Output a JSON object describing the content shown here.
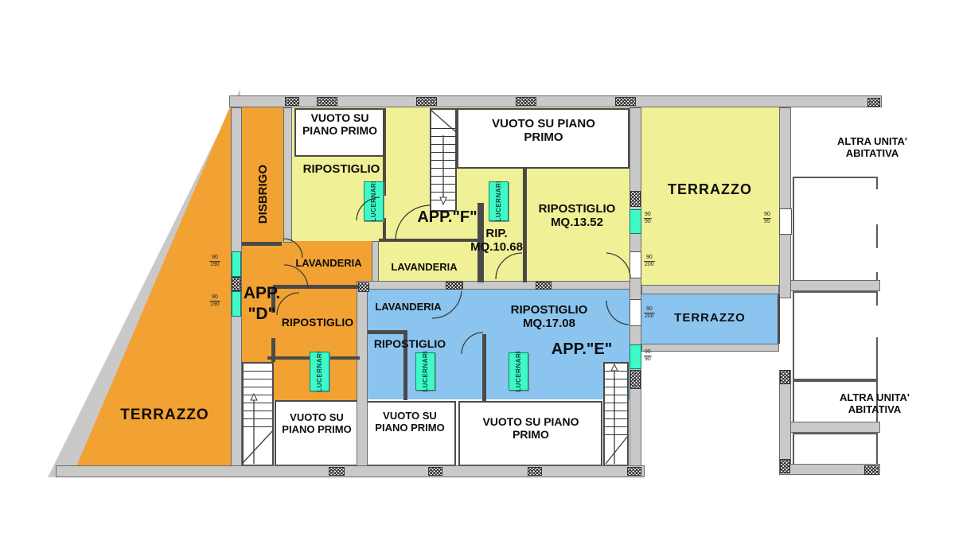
{
  "plan_type": "floor-plan",
  "colors": {
    "orange": "#F2A232",
    "yellow": "#F0F096",
    "blue": "#8BC4EE",
    "cyan": "#3FFAC6",
    "wall_gray": "#C9C9C9",
    "wall_edge": "#6B6B6B"
  },
  "rooms": {
    "terrazzo_left": "TERRAZZO",
    "disbrigo": "DISBRIGO",
    "vuoto_top_left": "VUOTO SU PIANO PRIMO",
    "ripostiglio_top": "RIPOSTIGLIO",
    "vuoto_top_center": "VUOTO SU PIANO PRIMO",
    "app_f": "APP.\"F\"",
    "rip_f_name": "RIP.",
    "rip_f_area": "MQ.10.68",
    "ripostiglio_f_name": "RIPOSTIGLIO",
    "ripostiglio_f_area": "MQ.13.52",
    "terrazzo_yellow": "TERRAZZO",
    "altra_unita_1_line1": "ALTRA UNITA'",
    "altra_unita_1_line2": "ABITATIVA",
    "lavanderia_orange": "LAVANDERIA",
    "lavanderia_yellow": "LAVANDERIA",
    "lavanderia_blue": "LAVANDERIA",
    "app_d_line1": "APP.",
    "app_d_line2": "\"D\"",
    "ripostiglio_orange": "RIPOSTIGLIO",
    "ripostiglio_e_name": "RIPOSTIGLIO",
    "ripostiglio_e_area": "MQ.17.08",
    "app_e": "APP.\"E\"",
    "ripostiglio_blue": "RIPOSTIGLIO",
    "terrazzo_blue": "TERRAZZO",
    "vuoto_bottom_left": "VUOTO SU PIANO PRIMO",
    "vuoto_bottom_mid": "VUOTO SU PIANO PRIMO",
    "vuoto_bottom_center": "VUOTO SU PIANO PRIMO",
    "altra_unita_2_line1": "ALTRA UNITA'",
    "altra_unita_2_line2": "ABITATIVA"
  },
  "skylight_label": "LUCERNARI",
  "openings": {
    "win_d_upper": {
      "w": "90",
      "h": "190"
    },
    "win_d_lower": {
      "w": "90",
      "h": "190"
    },
    "win_f": {
      "w": "90",
      "h": "90"
    },
    "door_f": {
      "w": "90",
      "h": "200"
    },
    "door_e": {
      "w": "90",
      "h": "200"
    },
    "win_e": {
      "w": "90",
      "h": "90"
    },
    "win_terrazzo": {
      "w": "90",
      "h": "95"
    }
  }
}
